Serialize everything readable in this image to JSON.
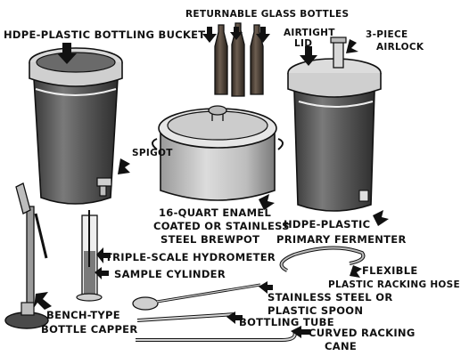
{
  "labels": {
    "hdpe_bucket": "HDPE-PLASTIC BOTTLING BUCKET",
    "glass_bottles": "RETURNABLE GLASS BOTTLES",
    "airtight_lid_1": "AIRTIGHT",
    "airtight_lid_2": "LID",
    "airlock_1": "3-PIECE",
    "airlock_2": "AIRLOCK",
    "spigot": "SPIGOT",
    "brewpot_1": "16-QUART ENAMEL",
    "brewpot_2": "COATED OR STAINLESS",
    "brewpot_3": "STEEL BREWPOT",
    "fermenter_1": "HDPE-PLASTIC",
    "fermenter_2": "PRIMARY FERMENTER",
    "hydrometer": "TRIPLE-SCALE HYDROMETER",
    "sample_cylinder": "SAMPLE CYLINDER",
    "racking_hose_1": "FLEXIBLE",
    "racking_hose_2": "PLASTIC RACKING HOSE",
    "spoon_1": "STAINLESS STEEL OR",
    "spoon_2": "PLASTIC SPOON",
    "capper_1": "BENCH-TYPE",
    "capper_2": "BOTTLE CAPPER",
    "bottling_tube": "BOTTLING TUBE",
    "racking_cane_1": "CURVED RACKING",
    "racking_cane_2": "CANE"
  },
  "colors": {
    "ink": "#111111",
    "bucket_gray": "#5f5f5f",
    "glass_brown": "#4a4037",
    "steel": "#9a9a9a"
  }
}
